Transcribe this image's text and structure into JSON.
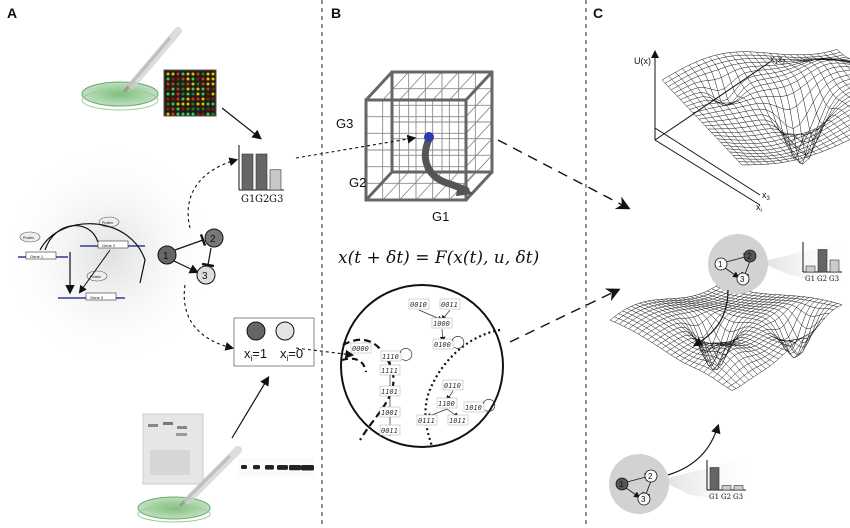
{
  "panels": {
    "a": "A",
    "b": "B",
    "c": "C"
  },
  "network": {
    "node1": "1",
    "node2": "2",
    "node3": "3",
    "genes": {
      "g1": "Gene 1",
      "g2": "Gene 2",
      "g3": "Gene 3"
    },
    "protein": "Protein"
  },
  "barchart_top": {
    "categories": [
      "G1",
      "G2",
      "G3"
    ],
    "values": [
      0.8,
      0.8,
      0.45
    ]
  },
  "legend_states": {
    "on": "x",
    "on_sub": "i",
    "on_val": "=1",
    "off": "x",
    "off_sub": "i",
    "off_val": "=0"
  },
  "cube": {
    "g1": "G1",
    "g2": "G2",
    "g3": "G3"
  },
  "equation": "x(t + δt) = F(x(t), u, δt)",
  "state_space": {
    "states": [
      "0010",
      "0011",
      "1000",
      "0100",
      "0000",
      "1110",
      "1111",
      "1101",
      "1001",
      "0011",
      "0110",
      "1100",
      "1010",
      "0111",
      "1011"
    ]
  },
  "landscape": {
    "zlabel": "U(x)",
    "x12": "x",
    "x12_sub": "1",
    "x12_b": "x",
    "x12_sub_b": "2",
    "x3": "x",
    "x3_sub": "3",
    "xi": "x",
    "xi_sub": "i"
  },
  "callout_upper": {
    "nodes": [
      "1",
      "2",
      "3"
    ],
    "categories": [
      "G1",
      "G2",
      "G3"
    ],
    "values": [
      0.2,
      0.75,
      0.4
    ]
  },
  "callout_lower": {
    "nodes": [
      "1",
      "2",
      "3"
    ],
    "categories": [
      "G1",
      "G2",
      "G3"
    ],
    "values": [
      0.75,
      0.15,
      0.15
    ]
  }
}
